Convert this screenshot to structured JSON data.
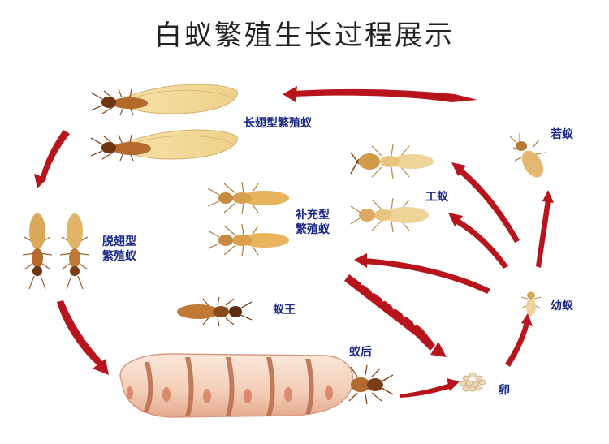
{
  "title": "白蚁繁殖生长过程展示",
  "labels": {
    "long_winged": "长翅型繁殖蚁",
    "dealate_line1": "脱翅型",
    "dealate_line2": "繁殖蚁",
    "supplementary_line1": "补充型",
    "supplementary_line2": "繁殖蚁",
    "worker": "工蚁",
    "nymph": "若蚁",
    "larva": "幼蚁",
    "king": "蚁王",
    "queen": "蚁后",
    "egg": "卵"
  },
  "colors": {
    "arrow": "#b8141c",
    "label": "#1b2a8a",
    "title": "#222222",
    "insect_body": "#d9a85a",
    "insect_dark": "#8a4a1c",
    "wing": "#f3dfa2",
    "queen_abdomen": "#f6d9c6",
    "egg": "#ecd7b4"
  }
}
